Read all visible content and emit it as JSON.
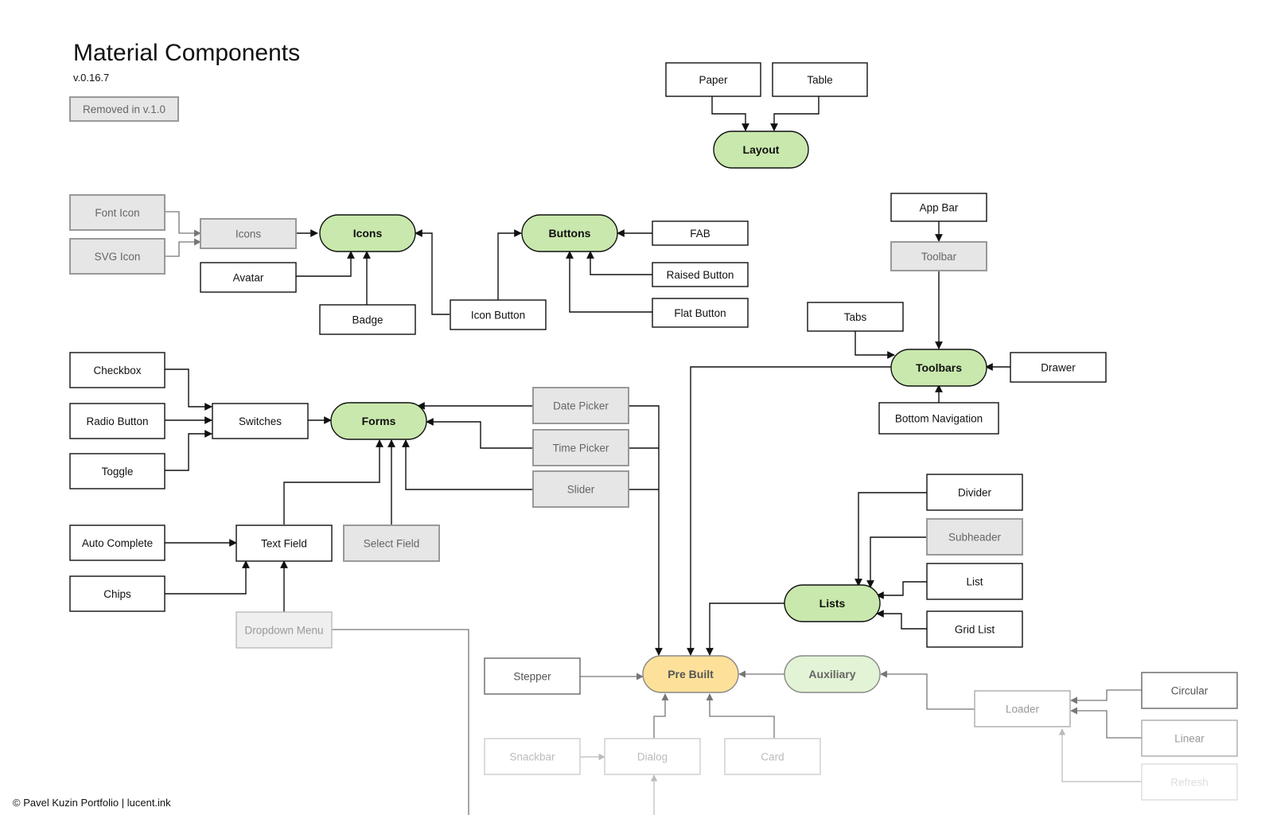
{
  "title": "Material Components",
  "version": "v.0.16.7",
  "footer": "© Pavel Kuzin Portfolio | lucent.ink",
  "colors": {
    "group_fill": "#c9e8ad",
    "group_light_fill": "#e3f3d6",
    "prebuilt_fill": "#fde19a",
    "removed_fill": "#e6e6e6"
  },
  "nodes": {
    "legend_removed": "Removed in v.1.0",
    "paper": "Paper",
    "table": "Table",
    "layout": "Layout",
    "font_icon": "Font Icon",
    "svg_icon": "SVG Icon",
    "icons_removed": "Icons",
    "icons": "Icons",
    "avatar": "Avatar",
    "badge": "Badge",
    "buttons": "Buttons",
    "icon_button": "Icon Button",
    "fab": "FAB",
    "raised_button": "Raised Button",
    "flat_button": "Flat Button",
    "app_bar": "App Bar",
    "toolbar": "Toolbar",
    "tabs": "Tabs",
    "toolbars": "Toolbars",
    "drawer": "Drawer",
    "bottom_navigation": "Bottom Navigation",
    "checkbox": "Checkbox",
    "radio_button": "Radio Button",
    "toggle": "Toggle",
    "switches": "Switches",
    "forms": "Forms",
    "date_picker": "Date Picker",
    "time_picker": "Time Picker",
    "slider": "Slider",
    "auto_complete": "Auto Complete",
    "text_field": "Text Field",
    "select_field": "Select Field",
    "chips": "Chips",
    "dropdown_menu": "Dropdown Menu",
    "divider": "Divider",
    "subheader": "Subheader",
    "list": "List",
    "grid_list": "Grid List",
    "lists": "Lists",
    "stepper": "Stepper",
    "pre_built": "Pre Built",
    "auxiliary": "Auxiliary",
    "loader": "Loader",
    "circular": "Circular",
    "linear": "Linear",
    "refresh": "Refresh",
    "snackbar": "Snackbar",
    "dialog": "Dialog",
    "card": "Card"
  }
}
